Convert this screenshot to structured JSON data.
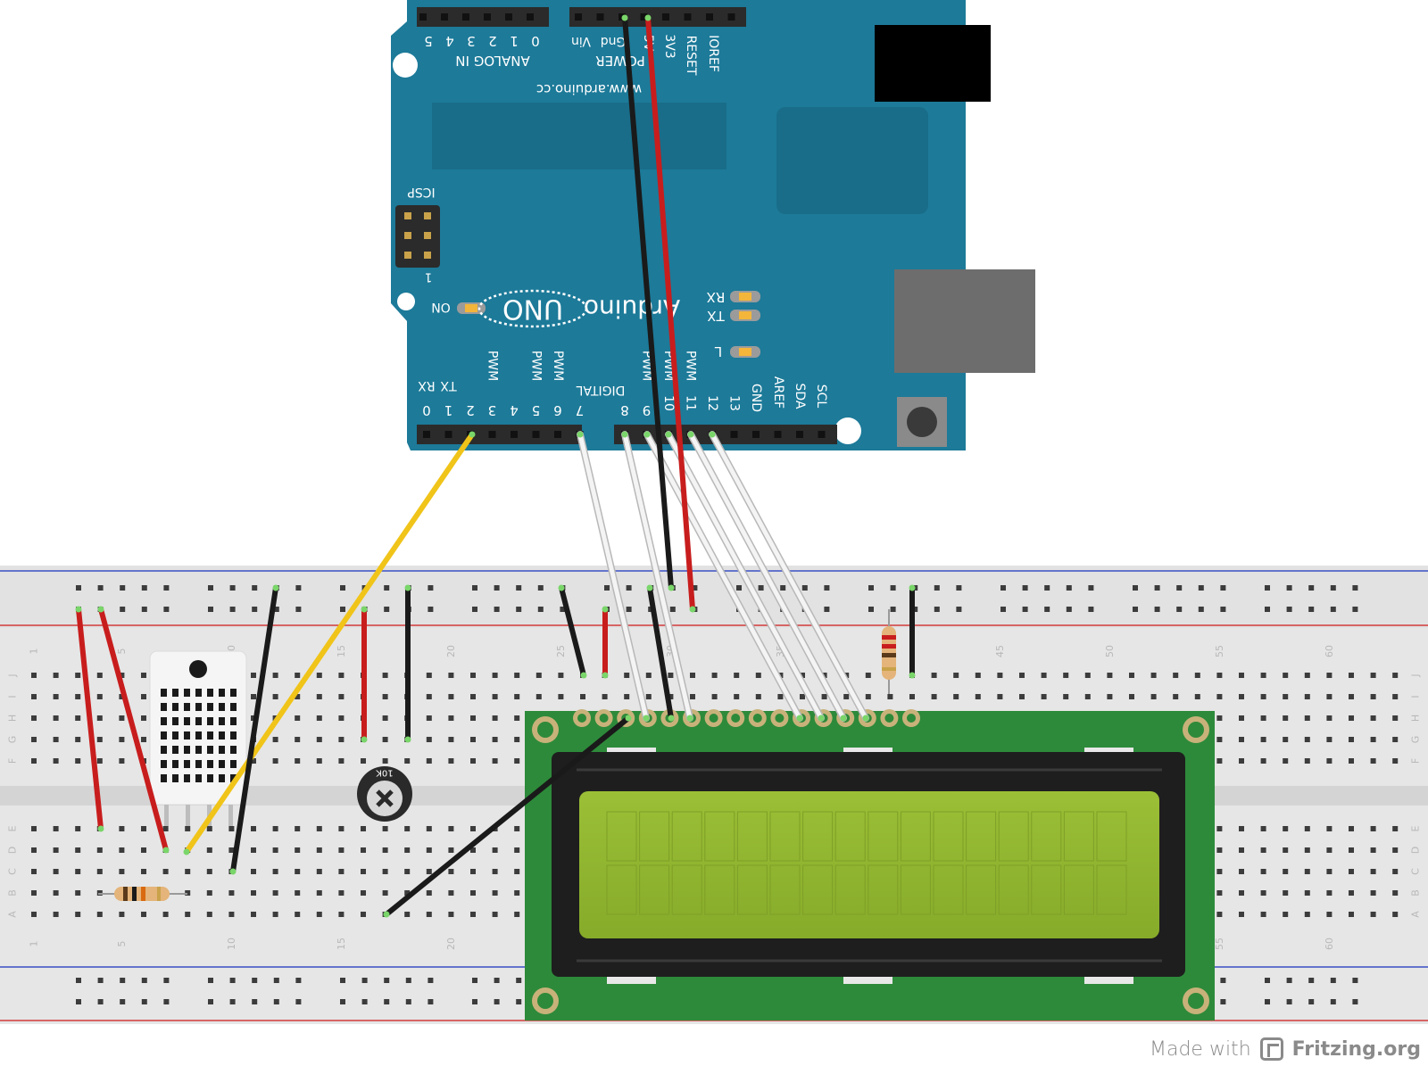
{
  "arduino": {
    "model": "UNO",
    "brand": "Arduino",
    "url": "www.arduino.cc",
    "labels": {
      "analog_in": "ANALOG IN",
      "power": "POWER",
      "icsp": "ICSP",
      "icsp_pin": "1",
      "on": "ON",
      "digital": "DIGITAL",
      "led_rx": "RX",
      "led_tx": "TX",
      "led_l": "L",
      "ioref": "IOREF",
      "reset": "RESET",
      "v33": "3V3",
      "v5": "5V",
      "gnd": "Gnd",
      "vin": "Vin",
      "aref": "AREF",
      "sda": "SDA",
      "scl": "SCL",
      "gnd_digital": "GND"
    },
    "analog_pins": [
      "5",
      "4",
      "3",
      "2",
      "1",
      "0"
    ],
    "digital_pins": [
      "0",
      "1",
      "2",
      "3",
      "4",
      "5",
      "6",
      "7",
      "8",
      "9",
      "10",
      "11",
      "12",
      "13"
    ],
    "digital_pin_tags": [
      "RX",
      "TX",
      "",
      "",
      "",
      "",
      "",
      ""
    ],
    "pwm_label": "PWM"
  },
  "breadboard": {
    "column_numbers": [
      "1",
      "5",
      "10",
      "15",
      "20",
      "25",
      "30",
      "35",
      "40",
      "45",
      "50",
      "55",
      "60"
    ],
    "row_letters_top": [
      "J",
      "I",
      "H",
      "G",
      "F"
    ],
    "row_letters_bottom": [
      "E",
      "D",
      "C",
      "B",
      "A"
    ]
  },
  "potentiometer": {
    "label": "10K"
  },
  "wire_colors": {
    "red": "#c81d1d",
    "black": "#1a1a1a",
    "yellow": "#f0c419",
    "white": "#f4f4f4"
  },
  "credit": {
    "made_with": "Made with",
    "brand": "Fritzing.org"
  }
}
